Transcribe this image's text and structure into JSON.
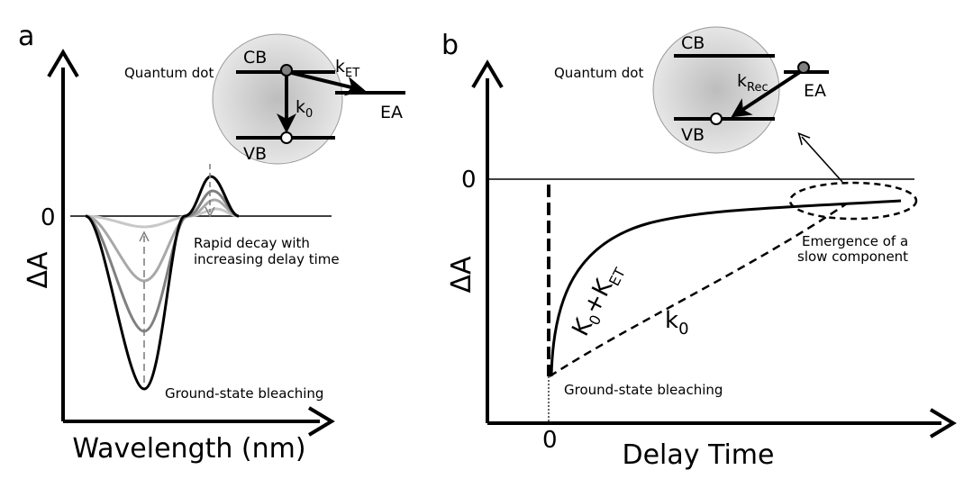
{
  "panel_a": {
    "label": "a",
    "y_axis_label": "ΔA",
    "x_axis_label": "Wavelength (nm)",
    "zero_label": "0",
    "annotation_decay_line1": "Rapid decay with",
    "annotation_decay_line2": "increasing delay time",
    "annotation_bleach": "Ground-state bleaching",
    "inset": {
      "title": "Quantum dot",
      "cb": "CB",
      "vb": "VB",
      "ea": "EA",
      "k0": "k",
      "k0_sub": "0",
      "ket": "k",
      "ket_sub": "ET"
    }
  },
  "panel_b": {
    "label": "b",
    "y_axis_label": "ΔA",
    "x_axis_label": "Delay Time",
    "zero_y_label": "0",
    "zero_x_label": "0",
    "annotation_bleach": "Ground-state bleaching",
    "annotation_slow_line1": "Emergence of a",
    "annotation_slow_line2": "slow component",
    "curve_fast_label": "K",
    "curve_fast_sub1": "0",
    "curve_fast_plus": "+K",
    "curve_fast_sub2": "ET",
    "curve_slow_label": "k",
    "curve_slow_sub": "0",
    "inset": {
      "title": "Quantum dot",
      "cb": "CB",
      "vb": "VB",
      "ea": "EA",
      "krec": "k",
      "krec_sub": "Rec"
    }
  }
}
